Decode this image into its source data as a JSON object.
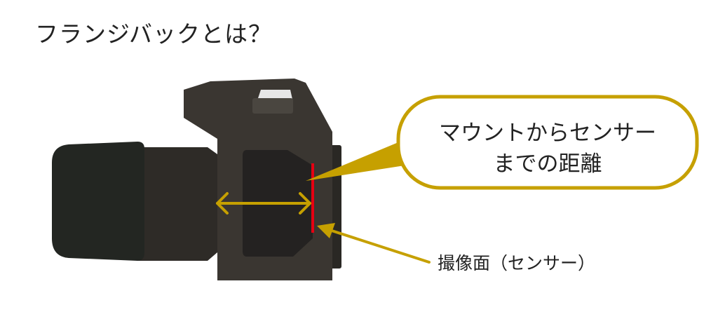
{
  "title": "フランジバックとは？",
  "callout": {
    "line1": "マウントからセンサー",
    "line2": "までの距離"
  },
  "sensor_label": "撮像面（センサー）",
  "colors": {
    "accent": "#c6a000",
    "sensor_line": "#e60012",
    "body_dark": "#3a3631",
    "body_darker": "#2a2824",
    "lens": "#232622",
    "flash": "#e6e6e6"
  }
}
